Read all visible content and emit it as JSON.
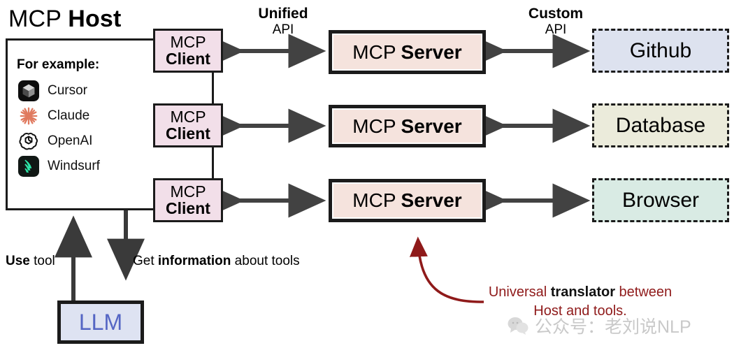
{
  "host": {
    "title_light": "MCP",
    "title_bold": "Host",
    "for_example_label": "For example:",
    "examples": [
      {
        "name": "Cursor",
        "icon": "cursor-icon"
      },
      {
        "name": "Claude",
        "icon": "claude-icon"
      },
      {
        "name": "OpenAI",
        "icon": "openai-icon"
      },
      {
        "name": "Windsurf",
        "icon": "windsurf-icon"
      }
    ]
  },
  "clients": [
    {
      "line1": "MCP",
      "line2": "Client"
    },
    {
      "line1": "MCP",
      "line2": "Client"
    },
    {
      "line1": "MCP",
      "line2": "Client"
    }
  ],
  "servers": [
    {
      "line1": "MCP",
      "line2": "Server"
    },
    {
      "line1": "MCP",
      "line2": "Server"
    },
    {
      "line1": "MCP",
      "line2": "Server"
    }
  ],
  "tools": [
    {
      "label": "Github",
      "color": "#dde2ef"
    },
    {
      "label": "Database",
      "color": "#ebebdb"
    },
    {
      "label": "Browser",
      "color": "#d9ebe4"
    }
  ],
  "api_labels": {
    "unified": {
      "line1": "Unified",
      "line2": "API"
    },
    "custom": {
      "line1": "Custom",
      "line2": "API"
    }
  },
  "llm": {
    "label": "LLM",
    "color": "#5566c4",
    "fill": "#dee3f2"
  },
  "footer": {
    "use_tool": {
      "bold": "Use",
      "rest": " tool"
    },
    "get_info": {
      "pre": "Get ",
      "bold": "information",
      "post": " about tools"
    }
  },
  "annotation": {
    "pre": "Universal ",
    "bold": "translator",
    "post": " between",
    "line2": "Host and tools.",
    "color": "#8f1a1a"
  },
  "watermark": {
    "text": "公众号：老刘说NLP",
    "icon": "wechat-icon",
    "color": "#c9c9c9"
  },
  "colors": {
    "client_fill": "#f2dfe9",
    "server_fill": "#f5e3dd",
    "stroke": "#1b1b1b",
    "arrow": "#424242"
  }
}
